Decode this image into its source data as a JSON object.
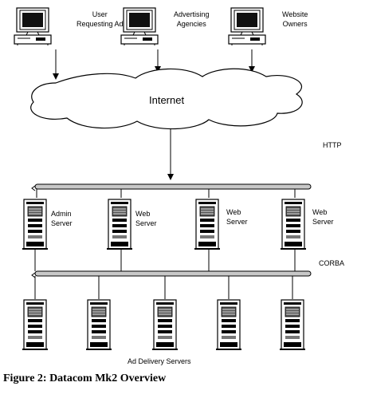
{
  "diagram": {
    "clients": [
      {
        "label": "User\nRequesting Ad"
      },
      {
        "label": "Advertising\nAgencies"
      },
      {
        "label": "Website\nOwners"
      }
    ],
    "cloud_label": "Internet",
    "protocol_top": "HTTP",
    "protocol_bottom": "CORBA",
    "servers": [
      {
        "label": "Admin\nServer"
      },
      {
        "label": "Web\nServer"
      },
      {
        "label": "Web\nServer"
      },
      {
        "label": "Web\nServer"
      }
    ],
    "delivery_group_label": "Ad Delivery Servers",
    "caption": "Figure 2: Datacom Mk2 Overview"
  }
}
